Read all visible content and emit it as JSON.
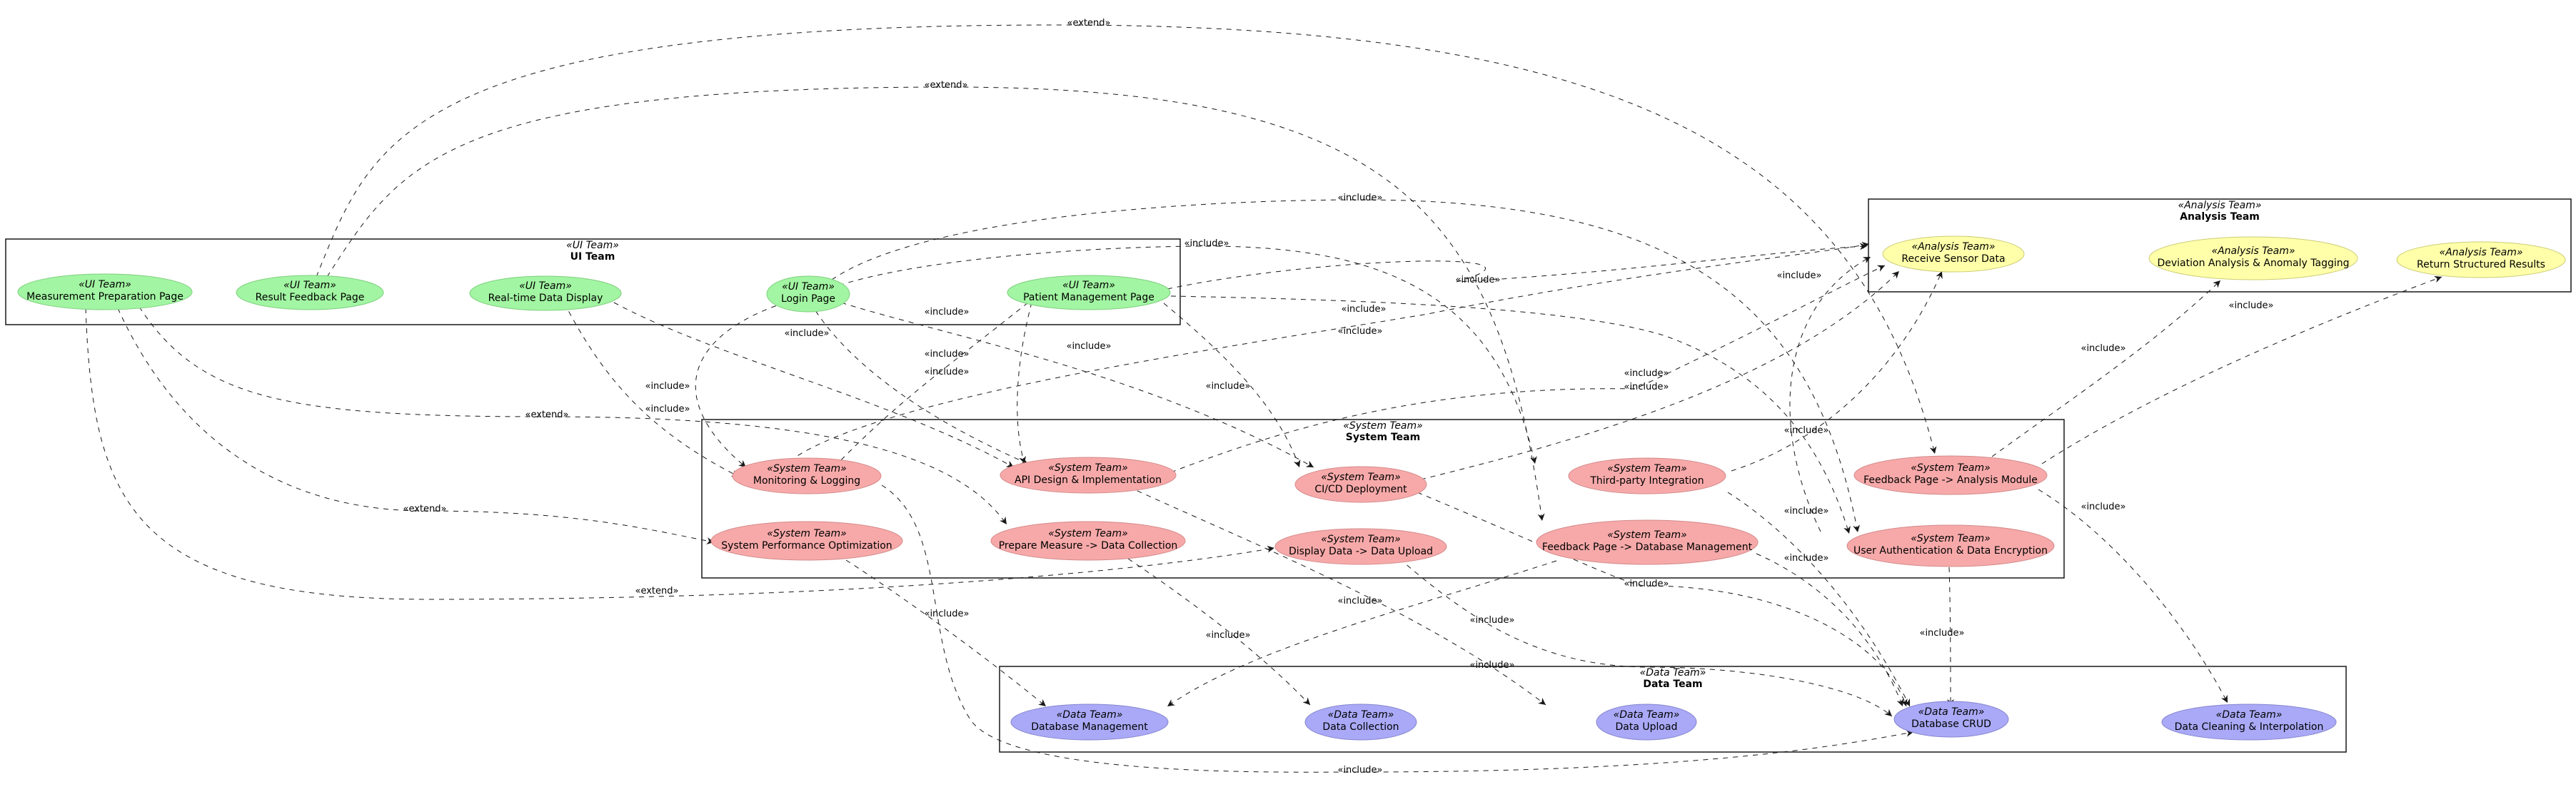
{
  "colors": {
    "ui": "#a2f5a2",
    "ui_stroke": "#7fcf7f",
    "system": "#f7a9a9",
    "system_stroke": "#d48a8a",
    "analysis": "#ffffaa",
    "analysis_stroke": "#cccc77",
    "data": "#a9a9f7",
    "data_stroke": "#8585cf"
  },
  "packages": {
    "ui": {
      "stereotype": "«UI Team»",
      "title": "UI Team"
    },
    "system": {
      "stereotype": "«System Team»",
      "title": "System Team"
    },
    "analysis": {
      "stereotype": "«Analysis Team»",
      "title": "Analysis Team"
    },
    "data": {
      "stereotype": "«Data Team»",
      "title": "Data Team"
    }
  },
  "usecases": {
    "ui_measure": {
      "stereotype": "«UI Team»",
      "name": "Measurement Preparation Page"
    },
    "ui_result": {
      "stereotype": "«UI Team»",
      "name": "Result Feedback Page"
    },
    "ui_realtime": {
      "stereotype": "«UI Team»",
      "name": "Real-time Data Display"
    },
    "ui_login": {
      "stereotype": "«UI Team»",
      "name": "Login Page"
    },
    "ui_patient": {
      "stereotype": "«UI Team»",
      "name": "Patient Management Page"
    },
    "sys_monitor": {
      "stereotype": "«System Team»",
      "name": "Monitoring & Logging"
    },
    "sys_api": {
      "stereotype": "«System Team»",
      "name": "API Design & Implementation"
    },
    "sys_cicd": {
      "stereotype": "«System Team»",
      "name": "CI/CD Deployment"
    },
    "sys_third": {
      "stereotype": "«System Team»",
      "name": "Third-party Integration"
    },
    "sys_fb_analysis": {
      "stereotype": "«System Team»",
      "name": "Feedback Page -> Analysis Module"
    },
    "sys_perf": {
      "stereotype": "«System Team»",
      "name": "System Performance Optimization"
    },
    "sys_prepare": {
      "stereotype": "«System Team»",
      "name": "Prepare Measure -> Data Collection"
    },
    "sys_display": {
      "stereotype": "«System Team»",
      "name": "Display Data -> Data Upload"
    },
    "sys_fb_db": {
      "stereotype": "«System Team»",
      "name": "Feedback Page -> Database Management"
    },
    "sys_auth": {
      "stereotype": "«System Team»",
      "name": "User Authentication & Data Encryption"
    },
    "an_receive": {
      "stereotype": "«Analysis Team»",
      "name": "Receive Sensor Data"
    },
    "an_deviation": {
      "stereotype": "«Analysis Team»",
      "name": "Deviation Analysis & Anomaly Tagging"
    },
    "an_return": {
      "stereotype": "«Analysis Team»",
      "name": "Return Structured Results"
    },
    "data_dbm": {
      "stereotype": "«Data Team»",
      "name": "Database Management"
    },
    "data_collect": {
      "stereotype": "«Data Team»",
      "name": "Data Collection"
    },
    "data_upload": {
      "stereotype": "«Data Team»",
      "name": "Data Upload"
    },
    "data_crud": {
      "stereotype": "«Data Team»",
      "name": "Database CRUD"
    },
    "data_clean": {
      "stereotype": "«Data Team»",
      "name": "Data Cleaning & Interpolation"
    }
  },
  "relations": {
    "include": "«include»",
    "extend": "«extend»"
  }
}
